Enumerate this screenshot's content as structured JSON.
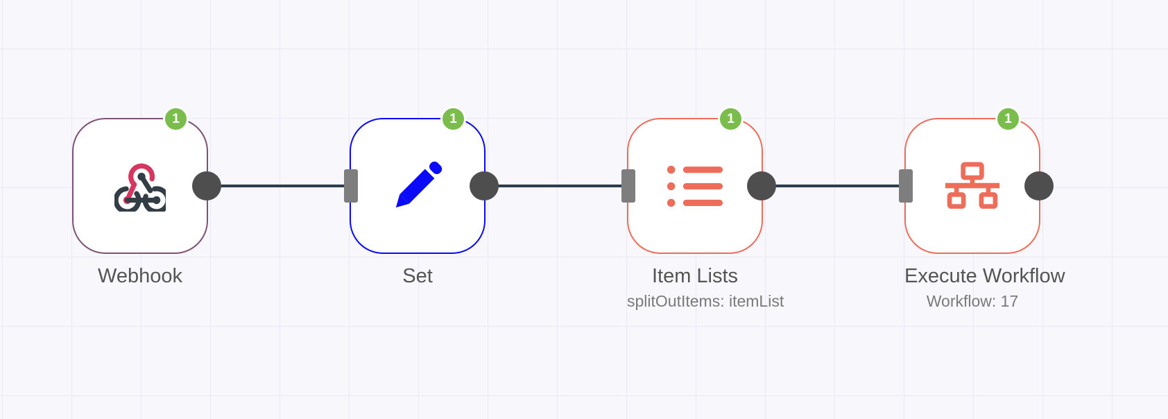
{
  "canvas": {
    "background": "#f7f7fc",
    "grid_line_color": "#e9e9f6",
    "connector_line_color": "#2e3d4d",
    "output_endpoint_color": "#4e4e4e",
    "input_endpoint_color": "#7e7e7e",
    "badge_background": "#7bbd4d",
    "badge_text_color": "#ffffff"
  },
  "nodes": [
    {
      "label": "Webhook",
      "subtitle": "",
      "badge": "1",
      "border_color": "#7e5176",
      "icon": "webhook-icon",
      "icon_colors": {
        "primary": "#d6365f",
        "secondary": "#323d46"
      }
    },
    {
      "label": "Set",
      "subtitle": "",
      "badge": "1",
      "border_color": "#0a0af8",
      "icon": "pencil-icon",
      "icon_colors": {
        "primary": "#0a0af8"
      }
    },
    {
      "label": "Item Lists",
      "subtitle": "splitOutItems: itemList",
      "badge": "1",
      "border_color": "#ee6d5a",
      "icon": "list-icon",
      "icon_colors": {
        "primary": "#ee6d5a"
      }
    },
    {
      "label": "Execute Workflow",
      "subtitle": "Workflow: 17",
      "badge": "1",
      "border_color": "#ee6d5a",
      "icon": "sitemap-icon",
      "icon_colors": {
        "primary": "#ee6d5a"
      }
    }
  ],
  "connections": [
    {
      "from": "Webhook",
      "to": "Set"
    },
    {
      "from": "Set",
      "to": "Item Lists"
    },
    {
      "from": "Item Lists",
      "to": "Execute Workflow"
    }
  ]
}
